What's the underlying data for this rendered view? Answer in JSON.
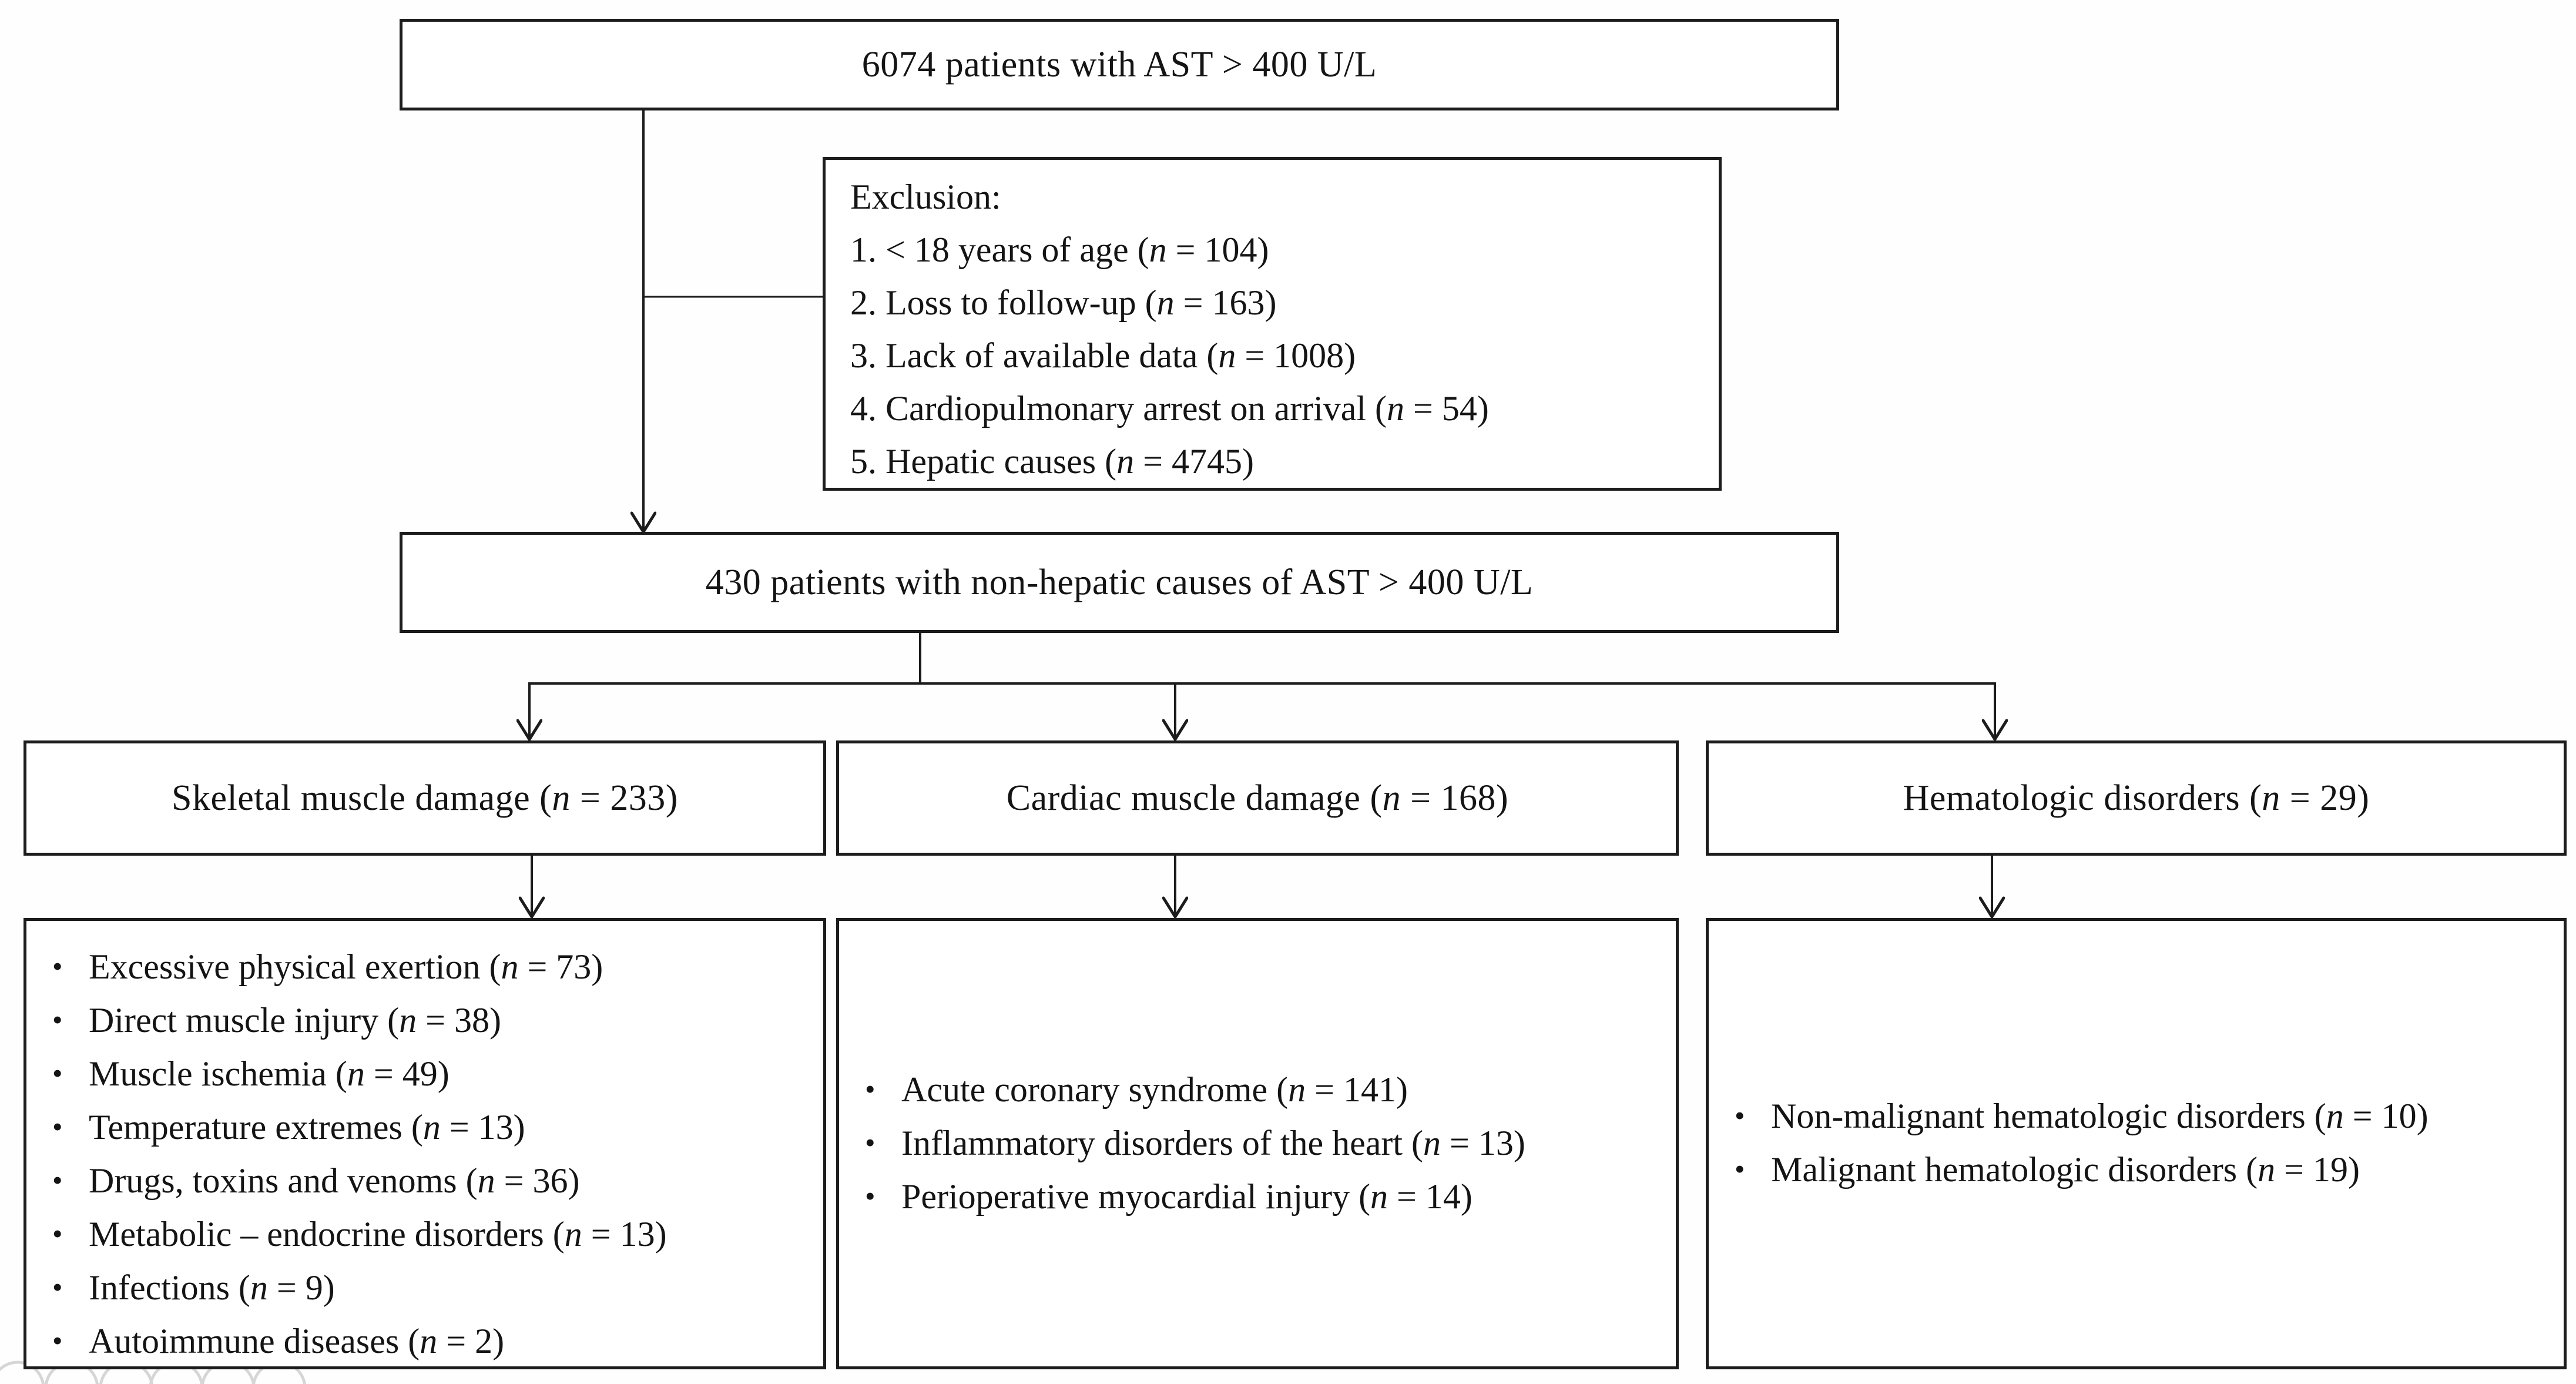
{
  "flowchart": {
    "box_total": {
      "text": "6074 patients with AST > 400 U/L"
    },
    "box_exclusion": {
      "title": "Exclusion:",
      "items": [
        "1. < 18 years of age (n = 104)",
        "2. Loss to follow-up (n = 163)",
        "3. Lack of available data (n = 1008)",
        "4. Cardiopulmonary arrest on arrival (n = 54)",
        "5. Hepatic causes (n = 4745)"
      ]
    },
    "box_included": {
      "text": "430 patients with non-hepatic causes of AST > 400 U/L"
    },
    "branches": [
      {
        "header": "Skeletal muscle damage (n = 233)",
        "items": [
          "Excessive physical exertion (n = 73)",
          "Direct muscle injury (n = 38)",
          "Muscle ischemia (n = 49)",
          "Temperature extremes (n = 13)",
          "Drugs, toxins and venoms (n = 36)",
          "Metabolic – endocrine disorders (n = 13)",
          "Infections (n = 9)",
          "Autoimmune diseases (n = 2)"
        ]
      },
      {
        "header": "Cardiac muscle damage (n = 168)",
        "items": [
          "Acute coronary syndrome (n = 141)",
          "Inflammatory disorders of the heart (n = 13)",
          "Perioperative myocardial injury (n = 14)"
        ]
      },
      {
        "header": "Hematologic disorders (n = 29)",
        "items": [
          "Non-malignant hematologic disorders (n = 10)",
          "Malignant hematologic disorders (n = 19)"
        ]
      }
    ],
    "bullet": "•",
    "colors": {
      "line": "#1c1c1c",
      "border": "#1c1c1c",
      "text": "#141414",
      "background": "#fefefe",
      "watermark": "#d6d6d6"
    }
  }
}
